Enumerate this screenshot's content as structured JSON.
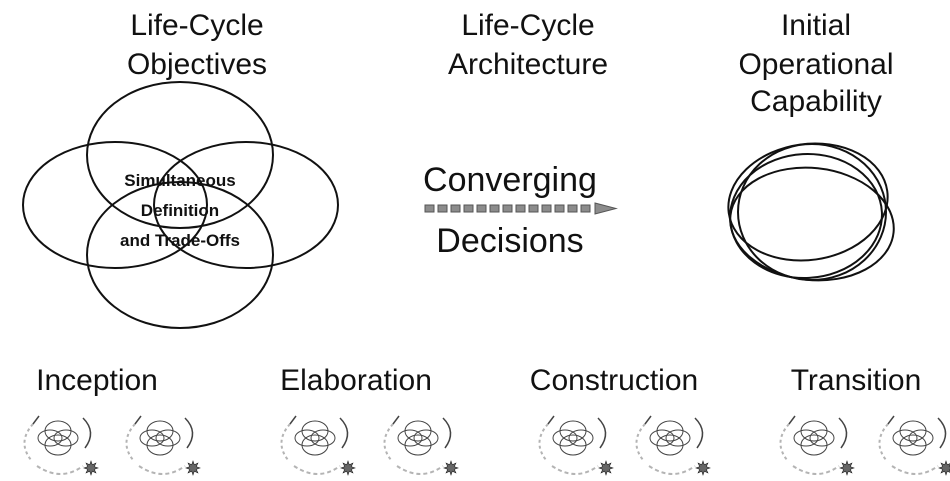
{
  "milestones": [
    {
      "lines": [
        "Life-Cycle",
        "Objectives"
      ]
    },
    {
      "lines": [
        "Life-Cycle",
        "Architecture"
      ]
    },
    {
      "lines": [
        "Initial",
        "Operational",
        "Capability"
      ]
    }
  ],
  "venn_text": [
    "Simultaneous",
    "Definition",
    "and Trade-Offs"
  ],
  "center": {
    "top": "Converging",
    "bottom": "Decisions"
  },
  "phases": [
    "Inception",
    "Elaboration",
    "Construction",
    "Transition"
  ],
  "colors": {
    "ink": "#111111",
    "arrow_fill": "#8c8c8c",
    "arrow_dark": "#555555",
    "cycle_line": "#b4b4b4",
    "cycle_stroke": "#444444"
  }
}
